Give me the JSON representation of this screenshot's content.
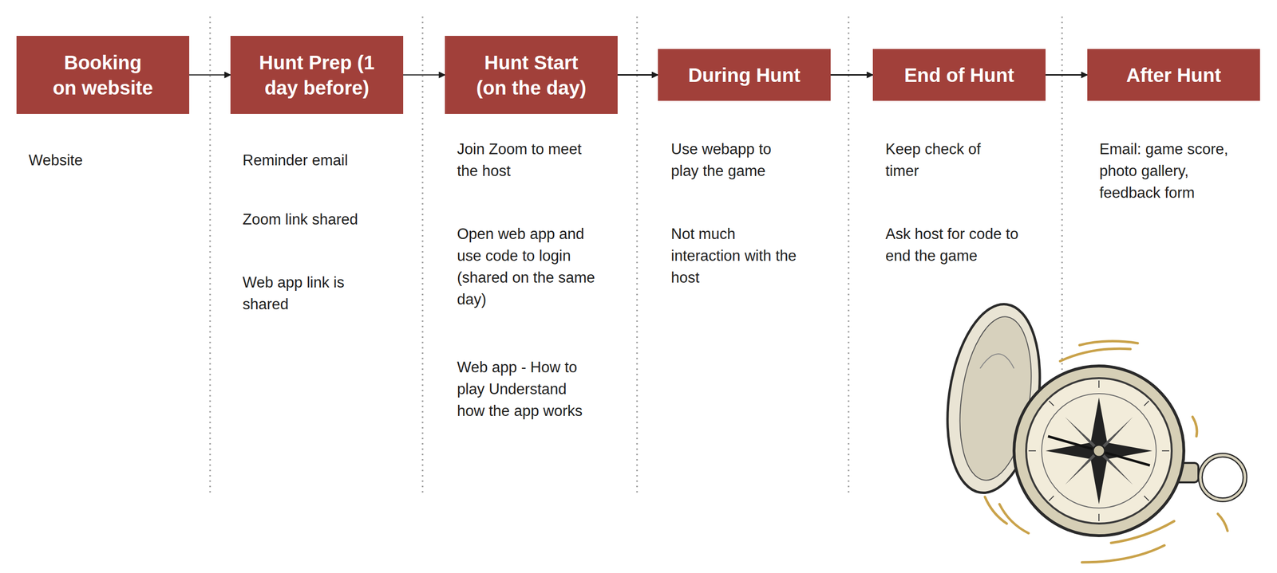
{
  "diagram": {
    "nodes": [
      {
        "text": [
          "Booking on website"
        ]
      },
      {
        "text": [
          "Hunt Prep (1 day before)"
        ]
      },
      {
        "text": [
          "Hunt Start (on the day)"
        ]
      },
      {
        "text": [
          "During Hunt"
        ]
      },
      {
        "text": [
          "End of Hunt"
        ]
      },
      {
        "text": [
          "After Hunt"
        ]
      }
    ],
    "edges": [
      {
        "from": 0,
        "to": 1,
        "arrow": "to"
      },
      {
        "from": 1,
        "to": 2,
        "arrow": "to"
      },
      {
        "from": 2,
        "to": 3,
        "arrow": "to"
      },
      {
        "from": 3,
        "to": 4,
        "arrow": "to"
      },
      {
        "from": 4,
        "to": 5,
        "arrow": "to"
      }
    ],
    "labels": [
      "Website",
      "Reminder email",
      "Zoom link shared",
      "Web app link is shared",
      "Join Zoom to meet the host",
      "Open web app and use code to login (shared on the same day)",
      "Web app - How to play Understand how the app works",
      "Use webapp to play the game",
      "Not much interaction with the host",
      "Keep check of timer",
      "Ask host for code to end the game",
      "Email: game score, photo gallery, feedback form"
    ]
  }
}
